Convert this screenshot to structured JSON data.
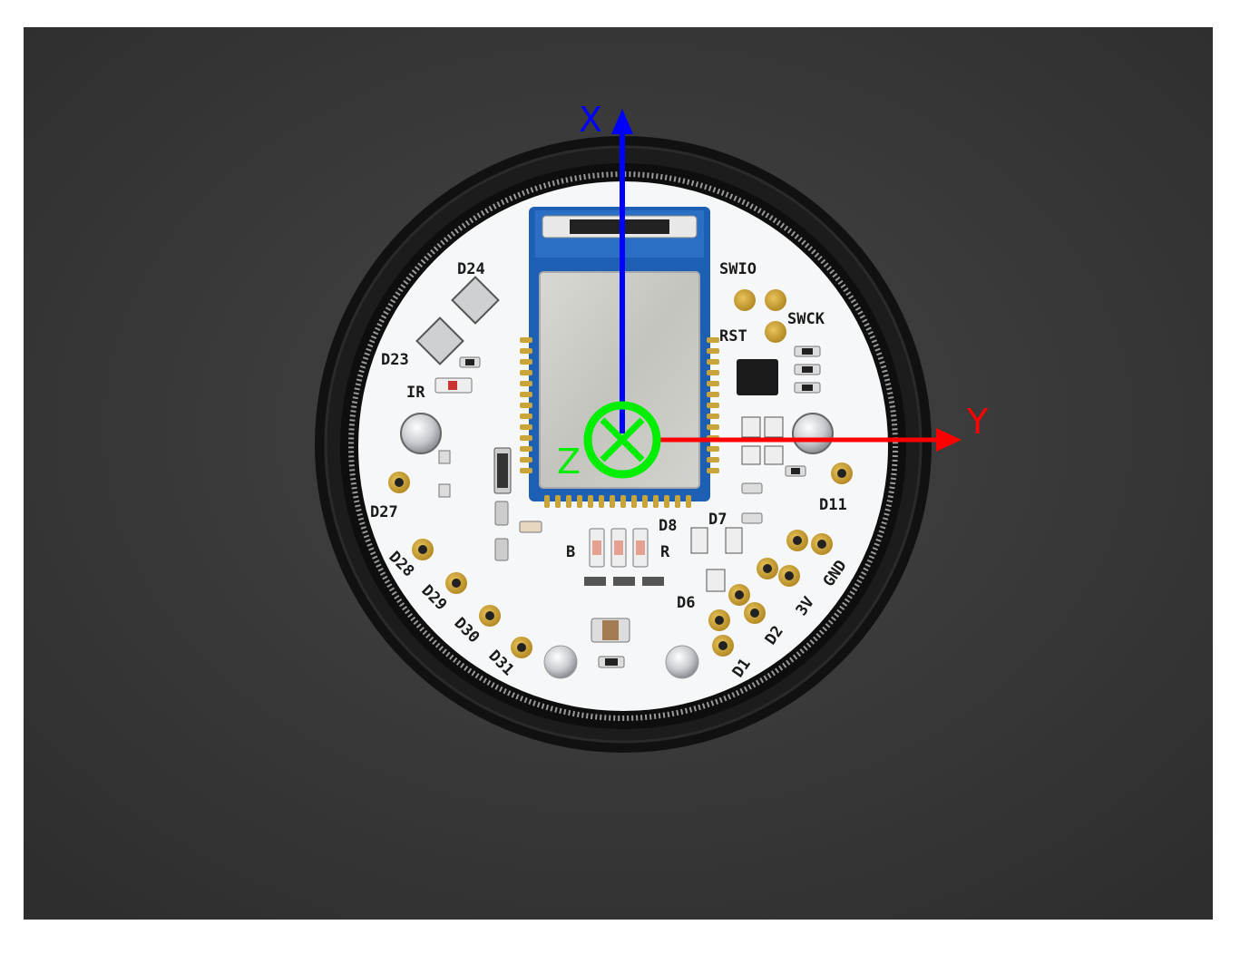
{
  "board": {
    "silkscreen_labels": {
      "d24": "D24",
      "d23": "D23",
      "ir": "IR",
      "swio": "SWIO",
      "swck": "SWCK",
      "rst": "RST",
      "d27": "D27",
      "d11": "D11",
      "d28": "D28",
      "d29": "D29",
      "d30": "D30",
      "d31": "D31",
      "d8": "D8",
      "d7": "D7",
      "d6": "D6",
      "b": "B",
      "r": "R",
      "d1": "D1",
      "d2": "D2",
      "v3": "3V",
      "gnd": "GND"
    }
  },
  "axes": {
    "x_label": "X",
    "y_label": "Y",
    "z_label": "Z",
    "x_color": "#0000ff",
    "y_color": "#ff0000",
    "z_color": "#00ee00"
  },
  "colors": {
    "background": "#3a3a3a",
    "pcb": "#f6f7f8",
    "bezel": "#161616",
    "gold_pad": "#c9a43a",
    "module_blue": "#1d5fb3"
  }
}
